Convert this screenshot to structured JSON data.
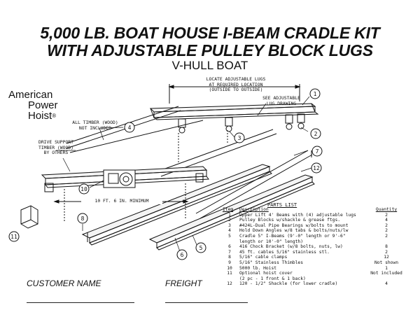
{
  "title_line1": "5,000 LB. BOAT HOUSE I-BEAM CRADLE KIT",
  "title_line2": "WITH ADJUSTABLE PULLEY BLOCK LUGS",
  "subtitle": "V-HULL BOAT",
  "logo": {
    "line1": "American",
    "line2": "Power",
    "line3": "Hoist",
    "mark": "®"
  },
  "notes": {
    "locate_lugs": [
      "LOCATE ADJUSTABLE LUGS",
      "AT REQUIRED LOCATION",
      "(OUTSIDE TO OUTSIDE)"
    ],
    "see_lug": [
      "SEE ADJUSTABLE",
      "LUG DRAWING"
    ],
    "timber": [
      "ALL TIMBER (WOOD)",
      "NOT INCLUDED"
    ],
    "drive": [
      "DRIVE SUPPORT",
      "TIMBER (WOOD)",
      "BY OTHERS"
    ],
    "dimension": "10 FT. 6 IN. MINIMUM"
  },
  "callouts": [
    "1",
    "2",
    "3",
    "4",
    "5",
    "6",
    "7",
    "8",
    "10",
    "11",
    "12"
  ],
  "parts_list": {
    "title": "PARTS LIST",
    "headers": {
      "item": "Item",
      "description": "Description",
      "quantity": "Quantity"
    },
    "rows": [
      {
        "item": "1",
        "description": "Upper Lift 4' Beams with (4) adjustable lugs",
        "quantity": "2"
      },
      {
        "item": "2",
        "description": "Pulley Blocks w/shackle & grease ftgs.",
        "quantity": "4"
      },
      {
        "item": "3",
        "description": "#424L-Dual Pipe Bearings w/bolts to mount",
        "quantity": "2"
      },
      {
        "item": "4",
        "description": "Hold Down Angles w/8 tabs & bolts/nuts/lw",
        "quantity": "2"
      },
      {
        "item": "5",
        "description": "Cradle 5\" I-Beams (9'-0\" length or 9'-6\"",
        "quantity": "2"
      },
      {
        "item": "",
        "description": "length or 10'-0\" length)",
        "quantity": ""
      },
      {
        "item": "6",
        "description": "416 Chock Bracket (w/8 bolts, nuts, lw)",
        "quantity": "8"
      },
      {
        "item": "7",
        "description": "45 ft. cables 5/16\" stainless stl.",
        "quantity": "2"
      },
      {
        "item": "8",
        "description": "5/16\" cable clamps",
        "quantity": "12"
      },
      {
        "item": "9",
        "description": "5/16\" Stainless Thimbles",
        "quantity": "Not shown"
      },
      {
        "item": "10",
        "description": "5000 lb. Hoist",
        "quantity": "1"
      },
      {
        "item": "11",
        "description": "Optional hoist cover",
        "quantity": "Not included"
      },
      {
        "item": "",
        "description": "(2 pc - 1 front & 1 back)",
        "quantity": ""
      },
      {
        "item": "12",
        "description": "120 - 1/2\" Shackle (for lower cradle)",
        "quantity": "4"
      }
    ]
  },
  "footer": {
    "customer": "CUSTOMER NAME",
    "freight": "FREIGHT"
  }
}
